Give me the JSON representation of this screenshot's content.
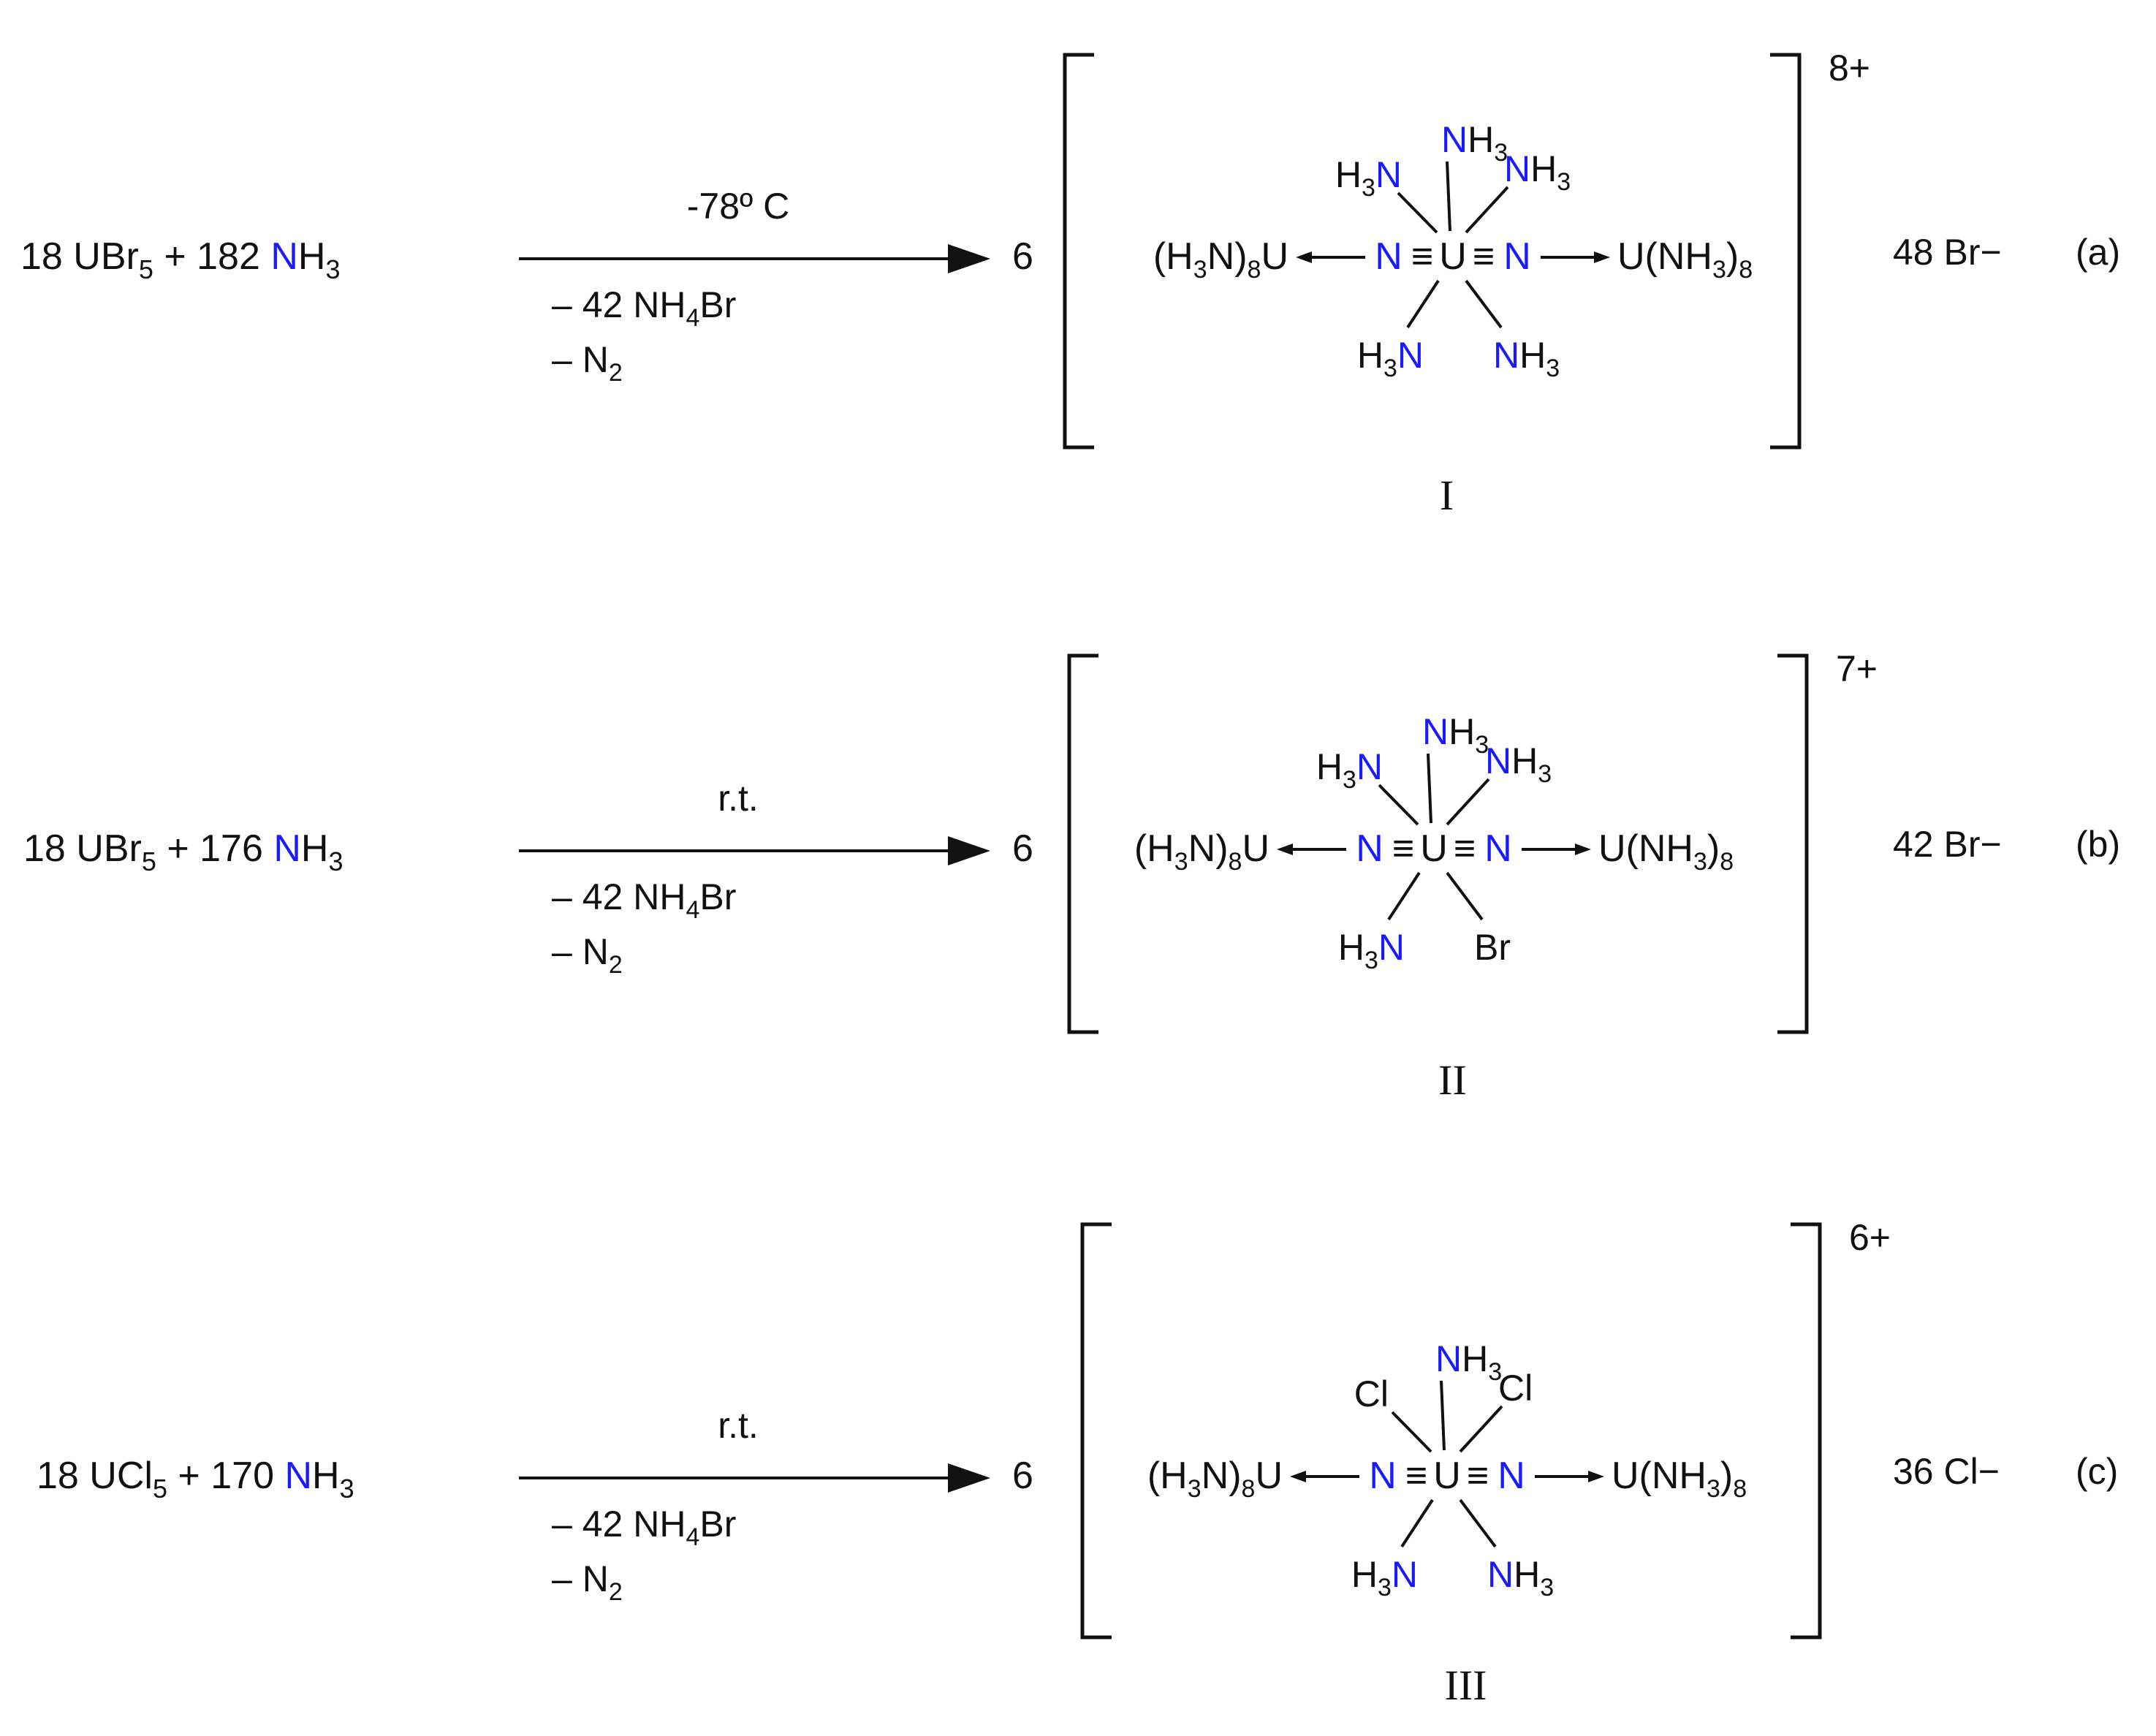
{
  "reactions": [
    {
      "lhs": {
        "coef1": "18",
        "salt": "UBr",
        "salt_sub": "5",
        "plus": "+",
        "coef2": "182",
        "ammonia_n": "N",
        "ammonia_rest": "H",
        "ammonia_sub": "3"
      },
      "arrow_above": "-78º C",
      "arrow_below_1": {
        "prefix": "– 42 NH",
        "sub": "4",
        "suffix": "Br"
      },
      "arrow_below_2": {
        "prefix": "– N",
        "sub": "2"
      },
      "product_coef": "6",
      "complex": {
        "left_unit": {
          "pre": "(H",
          "sub1": "3",
          "mid": "N)",
          "sub2": "8",
          "post": "U"
        },
        "right_unit": {
          "pre": "U(NH",
          "sub1": "3",
          "mid": ")",
          "sub2": "8"
        },
        "nitride_n": "N",
        "triple": "≡",
        "center": "U",
        "top_ligand": "NH3",
        "upper_left": "H3N",
        "upper_right": "NH3",
        "lower_left": "H3N",
        "lower_right": "NH3",
        "charge": "8+"
      },
      "counterion": "48 Br−",
      "label": "(a)",
      "roman": "I"
    },
    {
      "lhs": {
        "coef1": "18",
        "salt": "UBr",
        "salt_sub": "5",
        "plus": "+",
        "coef2": "176",
        "ammonia_n": "N",
        "ammonia_rest": "H",
        "ammonia_sub": "3"
      },
      "arrow_above": "r.t.",
      "arrow_below_1": {
        "prefix": "– 42 NH",
        "sub": "4",
        "suffix": "Br"
      },
      "arrow_below_2": {
        "prefix": "– N",
        "sub": "2"
      },
      "product_coef": "6",
      "complex": {
        "left_unit": {
          "pre": "(H",
          "sub1": "3",
          "mid": "N)",
          "sub2": "8",
          "post": "U"
        },
        "right_unit": {
          "pre": "U(NH",
          "sub1": "3",
          "mid": ")",
          "sub2": "8"
        },
        "nitride_n": "N",
        "triple": "≡",
        "center": "U",
        "top_ligand": "NH3",
        "upper_left": "H3N",
        "upper_right": "NH3",
        "lower_left": "H3N",
        "lower_right": "Br",
        "charge": "7+"
      },
      "counterion": "42 Br−",
      "label": "(b)",
      "roman": "II"
    },
    {
      "lhs": {
        "coef1": "18",
        "salt": "UCl",
        "salt_sub": "5",
        "plus": "+",
        "coef2": "170",
        "ammonia_n": "N",
        "ammonia_rest": "H",
        "ammonia_sub": "3"
      },
      "arrow_above": "r.t.",
      "arrow_below_1": {
        "prefix": "– 42 NH",
        "sub": "4",
        "suffix": "Br"
      },
      "arrow_below_2": {
        "prefix": "– N",
        "sub": "2"
      },
      "product_coef": "6",
      "complex": {
        "left_unit": {
          "pre": "(H",
          "sub1": "3",
          "mid": "N)",
          "sub2": "8",
          "post": "U"
        },
        "right_unit": {
          "pre": "U(NH",
          "sub1": "3",
          "mid": ")",
          "sub2": "8"
        },
        "nitride_n": "N",
        "triple": "≡",
        "center": "U",
        "top_ligand": "NH3",
        "upper_left": "Cl",
        "upper_right": "Cl",
        "lower_left": "H3N",
        "lower_right": "NH3",
        "charge": "6+"
      },
      "counterion": "36 Cl−",
      "label": "(c)",
      "roman": "III"
    }
  ]
}
